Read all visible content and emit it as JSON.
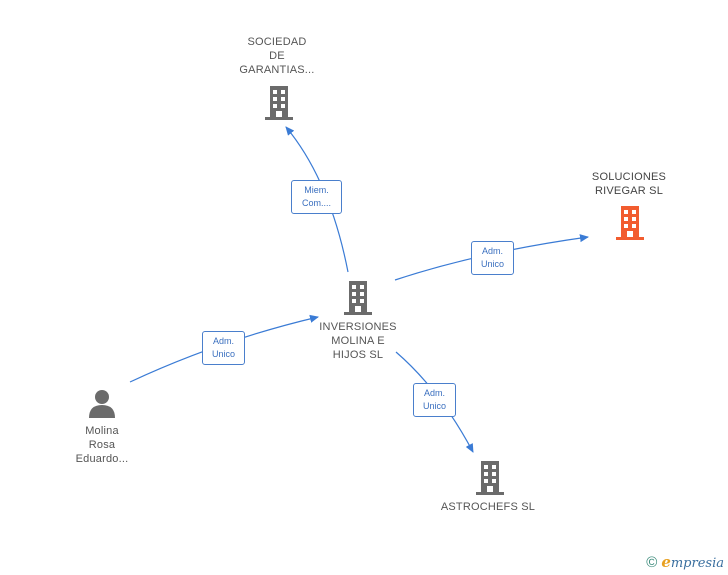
{
  "colors": {
    "edge": "#3a7bd5",
    "company_icon": "#6b6b6b",
    "highlight_icon": "#f25c2f",
    "person_icon": "#6b6b6b"
  },
  "nodes": {
    "sociedad": {
      "label_lines": [
        "SOCIEDAD",
        "DE",
        "GARANTIAS..."
      ],
      "icon": "building-icon"
    },
    "soluciones": {
      "label_lines": [
        "SOLUCIONES",
        "RIVEGAR SL"
      ],
      "icon": "building-icon"
    },
    "inversiones": {
      "label_lines": [
        "INVERSIONES",
        "MOLINA E",
        "HIJOS SL"
      ],
      "icon": "building-icon"
    },
    "astrochefs": {
      "label_lines": [
        "ASTROCHEFS SL"
      ],
      "icon": "building-icon"
    },
    "molina": {
      "label_lines": [
        "Molina",
        "Rosa",
        "Eduardo..."
      ],
      "icon": "person-icon"
    }
  },
  "edges": {
    "to_sociedad": {
      "label_lines": [
        "Miem.",
        "Com...."
      ]
    },
    "to_soluciones": {
      "label_lines": [
        "Adm.",
        "Unico"
      ]
    },
    "molina_to_inversiones": {
      "label_lines": [
        "Adm.",
        "Unico"
      ]
    },
    "to_astrochefs": {
      "label_lines": [
        "Adm.",
        "Unico"
      ]
    }
  },
  "footer": {
    "copyright_symbol": "©",
    "brand_initial": "e",
    "brand_rest": "mpresia"
  }
}
